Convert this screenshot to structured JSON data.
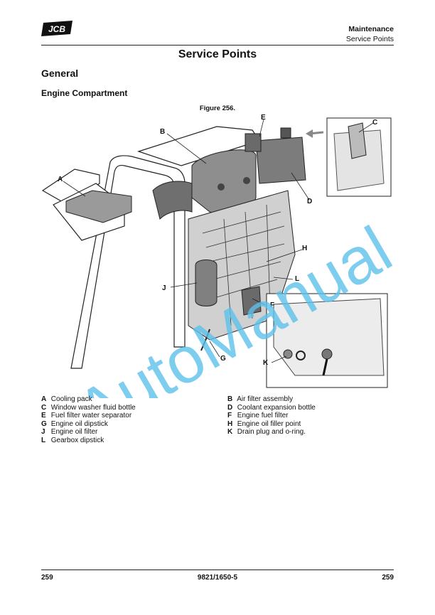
{
  "header": {
    "logo_text": "JCB",
    "section": "Maintenance",
    "subsection": "Service Points"
  },
  "page_title": "Service Points",
  "heading_general": "General",
  "heading_sub": "Engine Compartment",
  "figure": {
    "caption": "Figure 256.",
    "labels": [
      "A",
      "B",
      "C",
      "D",
      "E",
      "F",
      "G",
      "H",
      "J",
      "K",
      "L"
    ]
  },
  "legend": {
    "left": [
      {
        "key": "A",
        "text": "Cooling pack"
      },
      {
        "key": "C",
        "text": "Window washer fluid bottle"
      },
      {
        "key": "E",
        "text": "Fuel filter water separator"
      },
      {
        "key": "G",
        "text": "Engine oil dipstick"
      },
      {
        "key": "J",
        "text": "Engine oil filter"
      },
      {
        "key": "L",
        "text": "Gearbox dipstick"
      }
    ],
    "right": [
      {
        "key": "B",
        "text": "Air filter assembly"
      },
      {
        "key": "D",
        "text": "Coolant expansion bottle"
      },
      {
        "key": "F",
        "text": "Engine fuel filter"
      },
      {
        "key": "H",
        "text": "Engine oil filler point"
      },
      {
        "key": "K",
        "text": "Drain plug and o-ring."
      }
    ]
  },
  "footer": {
    "page_left": "259",
    "doc_number": "9821/1650-5",
    "page_right": "259"
  },
  "watermark": "AutoManual",
  "colors": {
    "watermark": "#5bc0ea",
    "machine_gray": "#8a8a8a"
  }
}
